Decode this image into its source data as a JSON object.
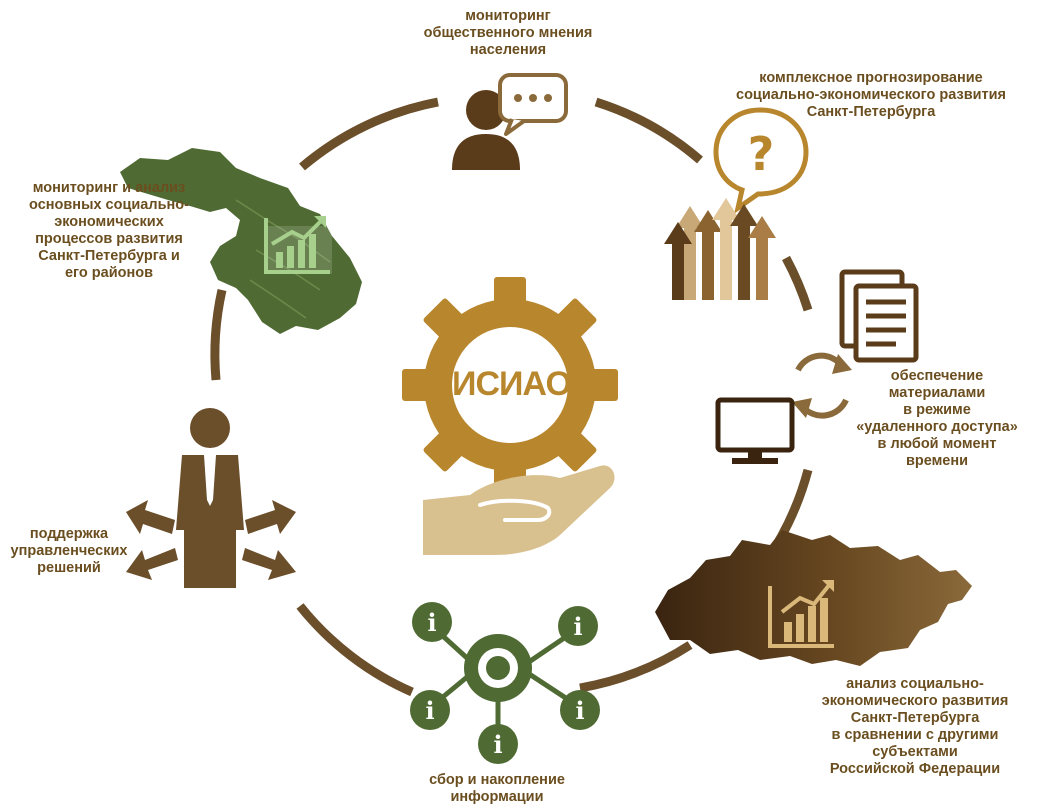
{
  "center": {
    "title": "ИСИАО"
  },
  "nodes": [
    {
      "id": "opinion",
      "label": "мониторинг\nобщественного мнения\nнаселения",
      "icon": "person-speech-bubble-icon"
    },
    {
      "id": "forecast",
      "label": "комплексное прогнозирование\nсоциально-экономического развития\nСанкт-Петербурга",
      "icon": "question-bubble-growth-arrows-icon"
    },
    {
      "id": "remote",
      "label": "обеспечение\nматериалами\nв режиме\n«удаленного доступа»\nв любой момент\nвремени",
      "icon": "documents-sync-monitor-icon"
    },
    {
      "id": "comparison",
      "label": "анализ социально-\nэкономического развития\nСанкт-Петербурга\nв сравнении с другими\nсубъектами\nРоссийской Федерации",
      "icon": "russia-map-chart-icon"
    },
    {
      "id": "collection",
      "label": "сбор и накопление\nинформации",
      "icon": "info-network-icon"
    },
    {
      "id": "decisions",
      "label": "поддержка\nуправленческих\nрешений",
      "icon": "manager-arrows-icon"
    },
    {
      "id": "monitoring",
      "label": "мониторинг и анализ\nосновных социально-\nэкономических\nпроцессов развития\nСанкт-Петербурга и\nего районов",
      "icon": "spb-map-chart-icon"
    }
  ],
  "colors": {
    "ring": "#6b4e2a",
    "gear": "#b8862c",
    "hand": "#d9c08f",
    "label": "#6b4e1f",
    "green_dark": "#4f6b33",
    "green_light": "#a8d08d",
    "brown_dark": "#5a3b1a",
    "tan": "#c9a877"
  }
}
